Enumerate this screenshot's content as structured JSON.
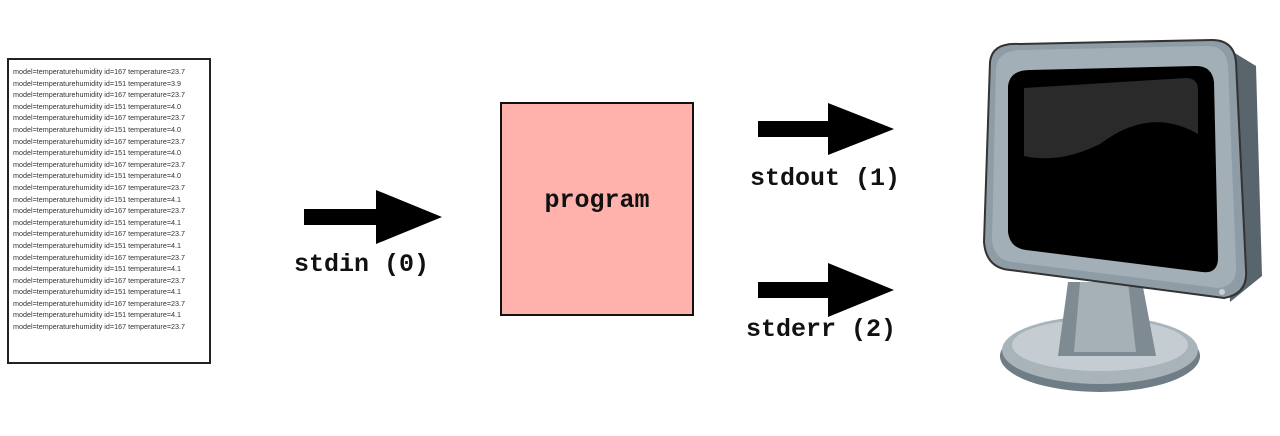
{
  "input_file": {
    "lines": [
      "model=temperaturehumidity id=167 temperature=23.7",
      "model=temperaturehumidity id=151 temperature=3.9",
      "model=temperaturehumidity id=167 temperature=23.7",
      "model=temperaturehumidity id=151 temperature=4.0",
      "model=temperaturehumidity id=167 temperature=23.7",
      "model=temperaturehumidity id=151 temperature=4.0",
      "model=temperaturehumidity id=167 temperature=23.7",
      "model=temperaturehumidity id=151 temperature=4.0",
      "model=temperaturehumidity id=167 temperature=23.7",
      "model=temperaturehumidity id=151 temperature=4.0",
      "model=temperaturehumidity id=167 temperature=23.7",
      "model=temperaturehumidity id=151 temperature=4.1",
      "model=temperaturehumidity id=167 temperature=23.7",
      "model=temperaturehumidity id=151 temperature=4.1",
      "model=temperaturehumidity id=167 temperature=23.7",
      "model=temperaturehumidity id=151 temperature=4.1",
      "model=temperaturehumidity id=167 temperature=23.7",
      "model=temperaturehumidity id=151 temperature=4.1",
      "model=temperaturehumidity id=167 temperature=23.7",
      "model=temperaturehumidity id=151 temperature=4.1",
      "model=temperaturehumidity id=167 temperature=23.7",
      "model=temperaturehumidity id=151 temperature=4.1",
      "model=temperaturehumidity id=167 temperature=23.7"
    ]
  },
  "labels": {
    "stdin": "stdin (0)",
    "program": "program",
    "stdout": "stdout (1)",
    "stderr": "stderr (2)"
  },
  "colors": {
    "program_fill": "#ffb1ab",
    "arrow": "#000000",
    "monitor_body": "#8c9aa3"
  },
  "icons": {
    "output_device": "monitor-icon"
  }
}
